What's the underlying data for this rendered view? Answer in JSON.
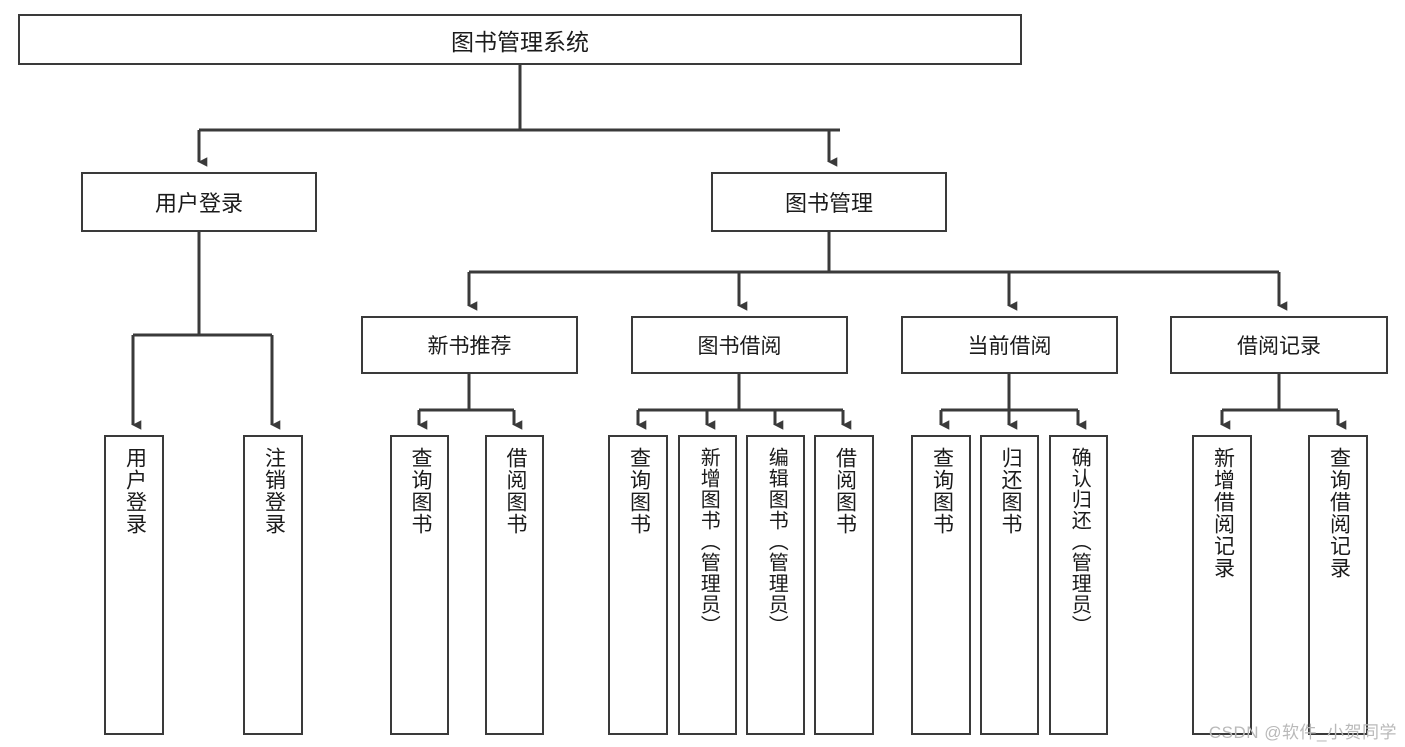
{
  "diagram": {
    "title_node": {
      "label": "图书管理系统"
    },
    "level2": [
      {
        "id": "user-login",
        "label": "用户登录"
      },
      {
        "id": "book-manage",
        "label": "图书管理"
      }
    ],
    "level3": [
      {
        "id": "new-book-recommend",
        "label": "新书推荐"
      },
      {
        "id": "book-borrow",
        "label": "图书借阅"
      },
      {
        "id": "current-borrow",
        "label": "当前借阅"
      },
      {
        "id": "borrow-record",
        "label": "借阅记录"
      }
    ],
    "leaves": [
      {
        "id": "leaf-user-login",
        "label": "用户登录",
        "parent": "user-login"
      },
      {
        "id": "leaf-user-logout",
        "label": "注销登录",
        "parent": "user-login"
      },
      {
        "id": "leaf-query-book-1",
        "label": "查询图书",
        "parent": "new-book-recommend"
      },
      {
        "id": "leaf-borrow-book-1",
        "label": "借阅图书",
        "parent": "new-book-recommend"
      },
      {
        "id": "leaf-query-book-2",
        "label": "查询图书",
        "parent": "book-borrow"
      },
      {
        "id": "leaf-add-book",
        "label": "新增图书（管理员）",
        "parent": "book-borrow"
      },
      {
        "id": "leaf-edit-book",
        "label": "编辑图书（管理员）",
        "parent": "book-borrow"
      },
      {
        "id": "leaf-borrow-book-2",
        "label": "借阅图书",
        "parent": "book-borrow"
      },
      {
        "id": "leaf-query-book-3",
        "label": "查询图书",
        "parent": "current-borrow"
      },
      {
        "id": "leaf-return-book",
        "label": "归还图书",
        "parent": "current-borrow"
      },
      {
        "id": "leaf-confirm-return",
        "label": "确认归还（管理员）",
        "parent": "current-borrow"
      },
      {
        "id": "leaf-add-record",
        "label": "新增借阅记录",
        "parent": "borrow-record"
      },
      {
        "id": "leaf-query-record",
        "label": "查询借阅记录",
        "parent": "borrow-record"
      }
    ],
    "colors": {
      "box_border": "#3a3a3a",
      "connector": "#3a3a3a",
      "text": "#1b1b1b",
      "background": "#ffffff",
      "watermark": "#b9b9b9"
    }
  },
  "watermark": {
    "text": "CSDN @软件_小贺同学"
  }
}
